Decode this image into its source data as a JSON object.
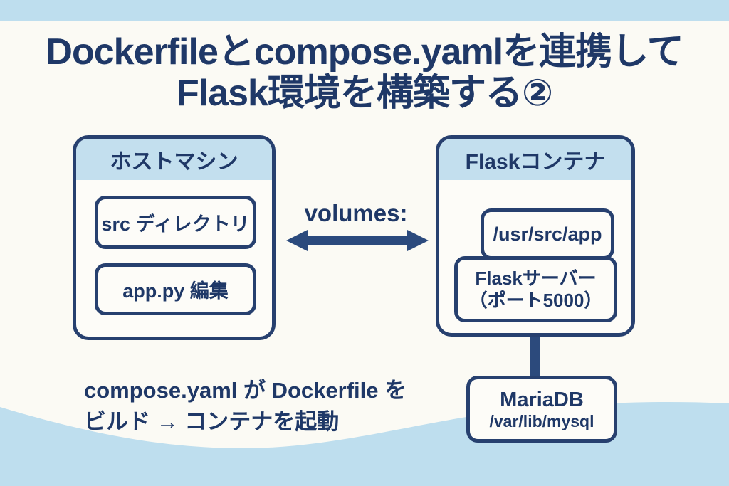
{
  "colors": {
    "background": "#fbfaf4",
    "light_blue": "#bedeee",
    "header_blue": "#c3dfee",
    "navy_border": "#27406f",
    "navy_text": "#1f3867",
    "arrow_navy": "#2b4a7d"
  },
  "title": {
    "line1": "Dockerfileとcompose.yamlを連携して",
    "line2": "Flask環境を構築する②"
  },
  "host_box": {
    "title": "ホストマシン",
    "items": [
      {
        "label": "src ディレクトリ"
      },
      {
        "label": "app.py 編集"
      }
    ]
  },
  "volumes": {
    "label": "volumes:"
  },
  "flask_box": {
    "title": "Flaskコンテナ",
    "mount_path": "/usr/src/app",
    "server": {
      "line1": "Flaskサーバー",
      "line2": "（ポート5000）"
    }
  },
  "mariadb_box": {
    "title": "MariaDB",
    "path": "/var/lib/mysql"
  },
  "note": {
    "line1": "compose.yaml が Dockerfile を",
    "line2": "ビルド → コンテナを起動"
  }
}
